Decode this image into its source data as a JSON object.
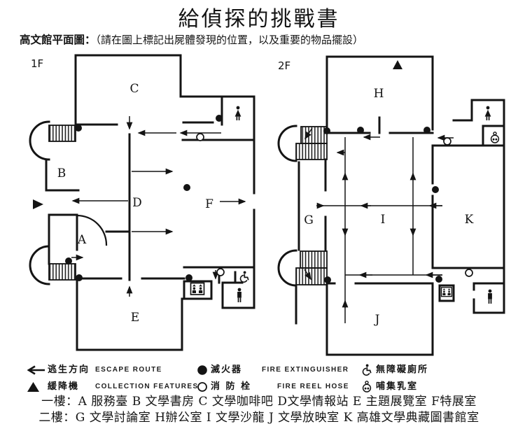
{
  "title": "給偵探的挑戰書",
  "subtitle": {
    "label": "高文館平面圖：",
    "note": "（請在圖上標記出屍體發現的位置，以及重要的物品擺設）"
  },
  "floor1": {
    "label": "1F",
    "rooms": {
      "a": "A",
      "b": "B",
      "c": "C",
      "d": "D",
      "e": "E",
      "f": "F"
    }
  },
  "floor2": {
    "label": "2F",
    "rooms": {
      "g": "G",
      "h": "H",
      "i": "I",
      "j": "J",
      "k": "K"
    }
  },
  "legend": {
    "escape_zh": "逃生方向",
    "escape_en": "ESCAPE ROUTE",
    "collection_zh": "緩降機",
    "collection_en": "COLLECTION FEATURES",
    "extinguisher_zh": "滅火器",
    "extinguisher_en": "FIRE EXTINGUISHER",
    "hose_zh": "消 防 栓",
    "hose_en": "FIRE REEL HOSE",
    "accessible_zh": "無障礙廁所",
    "nursing_zh": "哺集乳室"
  },
  "footer": {
    "line1": "一樓：A 服務臺 B 文學書房 C 文學咖啡吧 D文學情報站 E 主題展覽室 F特展室",
    "line2": "二樓：G 文學討論室 H辦公室 I 文學沙龍 J 文學放映室 K 高雄文學典藏圖書館室"
  },
  "colors": {
    "ink": "#141414",
    "background": "#ffffff"
  }
}
